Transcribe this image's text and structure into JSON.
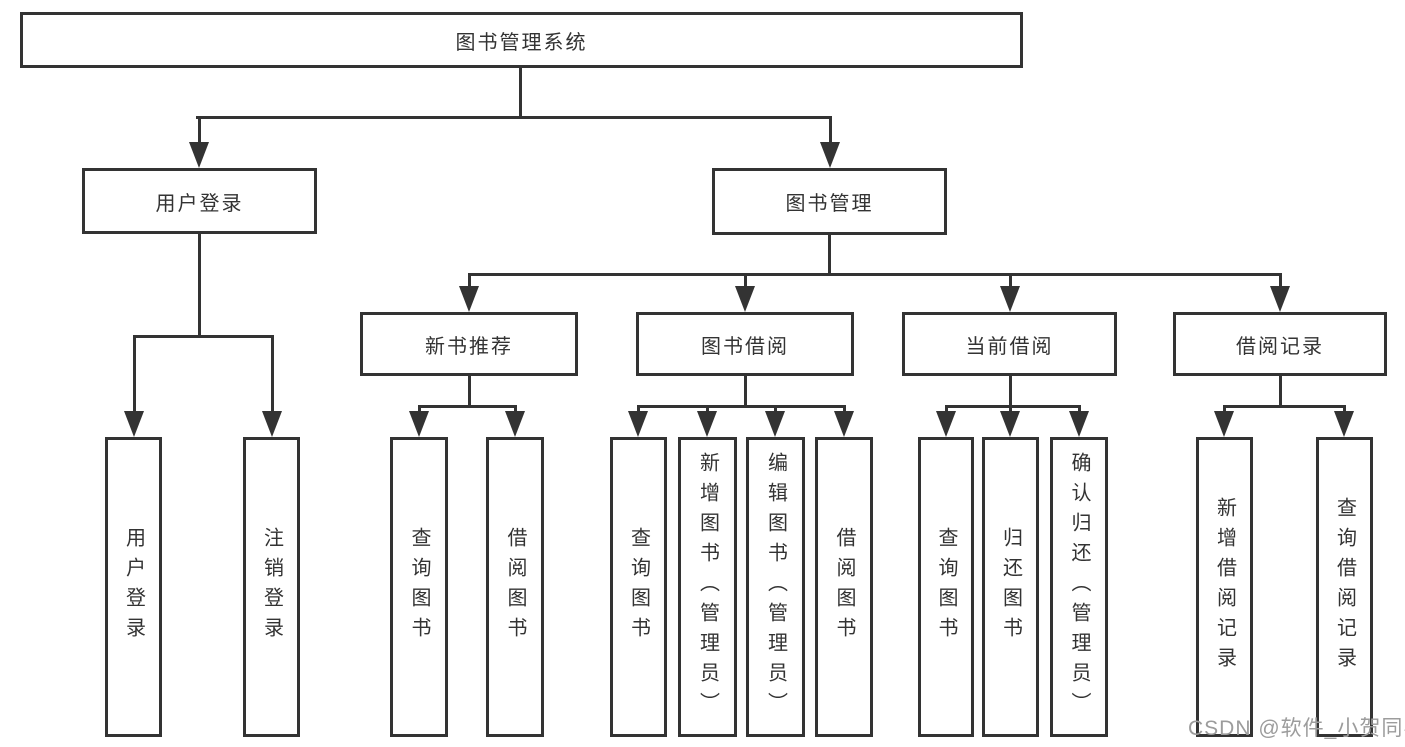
{
  "colors": {
    "line": "#333333",
    "box_border": "#333333",
    "text": "#333333",
    "background": "#ffffff",
    "watermark": "#9c9c9c"
  },
  "tree": {
    "root": {
      "label": "图书管理系统"
    },
    "branches": [
      {
        "label": "用户登录",
        "children": [
          {
            "label": "用户登录"
          },
          {
            "label": "注销登录"
          }
        ]
      },
      {
        "label": "图书管理",
        "children": [
          {
            "label": "新书推荐",
            "children": [
              {
                "label": "查询图书"
              },
              {
                "label": "借阅图书"
              }
            ]
          },
          {
            "label": "图书借阅",
            "children": [
              {
                "label": "查询图书"
              },
              {
                "label": "新增图书（管理员）"
              },
              {
                "label": "编辑图书（管理员）"
              },
              {
                "label": "借阅图书"
              }
            ]
          },
          {
            "label": "当前借阅",
            "children": [
              {
                "label": "查询图书"
              },
              {
                "label": "归还图书"
              },
              {
                "label": "确认归还（管理员）"
              }
            ]
          },
          {
            "label": "借阅记录",
            "children": [
              {
                "label": "新增借阅记录"
              },
              {
                "label": "查询借阅记录"
              }
            ]
          }
        ]
      }
    ]
  },
  "watermark": {
    "text": "CSDN @软件_小贺同学"
  }
}
